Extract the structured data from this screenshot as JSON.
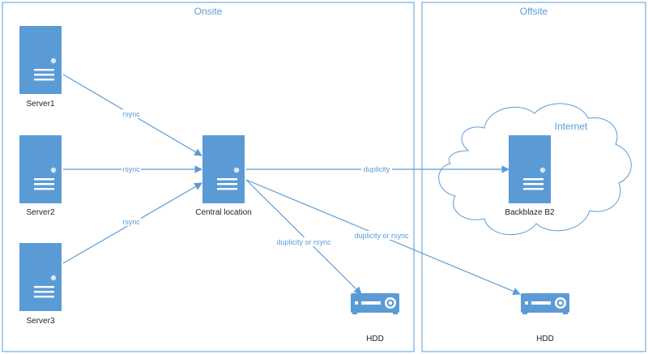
{
  "zones": {
    "onsite": "Onsite",
    "offsite": "Offsite",
    "internet": "Internet"
  },
  "nodes": {
    "server1": "Server1",
    "server2": "Server2",
    "server3": "Server3",
    "central": "Central location",
    "backblaze": "Backblaze B2",
    "hdd_onsite": "HDD",
    "hdd_offsite": "HDD"
  },
  "edges": {
    "s1_central": "rsync",
    "s2_central": "rsync",
    "s3_central": "rsync",
    "central_b2": "duplicity",
    "central_hdd_onsite": "duplicity or rsync",
    "central_hdd_offsite": "duplicity or rsync"
  },
  "colors": {
    "accent": "#5b9bd5",
    "server_fill": "#5b9bd5",
    "server_stripe": "#ffffff",
    "frame": "#5b9bd5"
  }
}
